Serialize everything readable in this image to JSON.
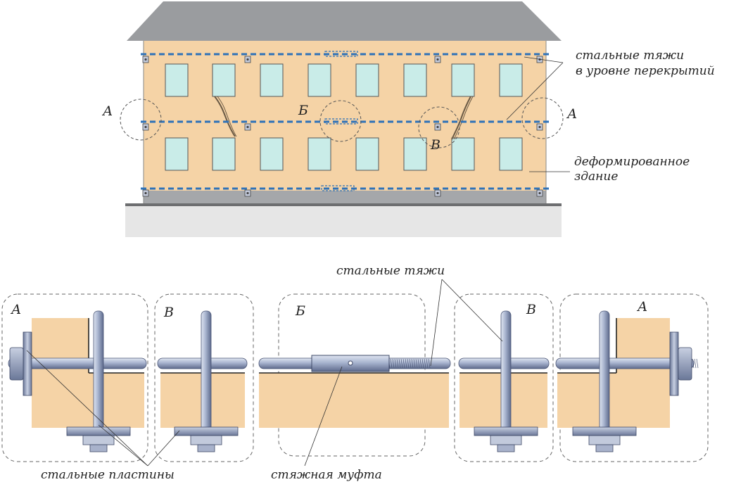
{
  "colors": {
    "wall": "#f5d3a6",
    "roof": "#9a9c9f",
    "window": "#c9ece8",
    "ground": "#e6e6e6",
    "tie": "#2e72b8",
    "rod": "#9aa8c8",
    "ink": "#222222"
  },
  "building": {
    "label_ties_line1": "стальные тяжи",
    "label_ties_line2": "в уровне перекрытий",
    "label_deformed_line1": "деформированное",
    "label_deformed_line2": "здание",
    "marker_a_left": "А",
    "marker_a_right": "А",
    "marker_b": "Б",
    "marker_v": "В"
  },
  "details": {
    "label_steel_ties": "стальные тяжи",
    "label_steel_plates": "стальные пластины",
    "label_turnbuckle": "стяжная муфта",
    "panels": [
      {
        "id": "a-left",
        "letter": "А"
      },
      {
        "id": "v-left",
        "letter": "В"
      },
      {
        "id": "b-center",
        "letter": "Б"
      },
      {
        "id": "v-right",
        "letter": "В"
      },
      {
        "id": "a-right",
        "letter": "А"
      }
    ]
  }
}
